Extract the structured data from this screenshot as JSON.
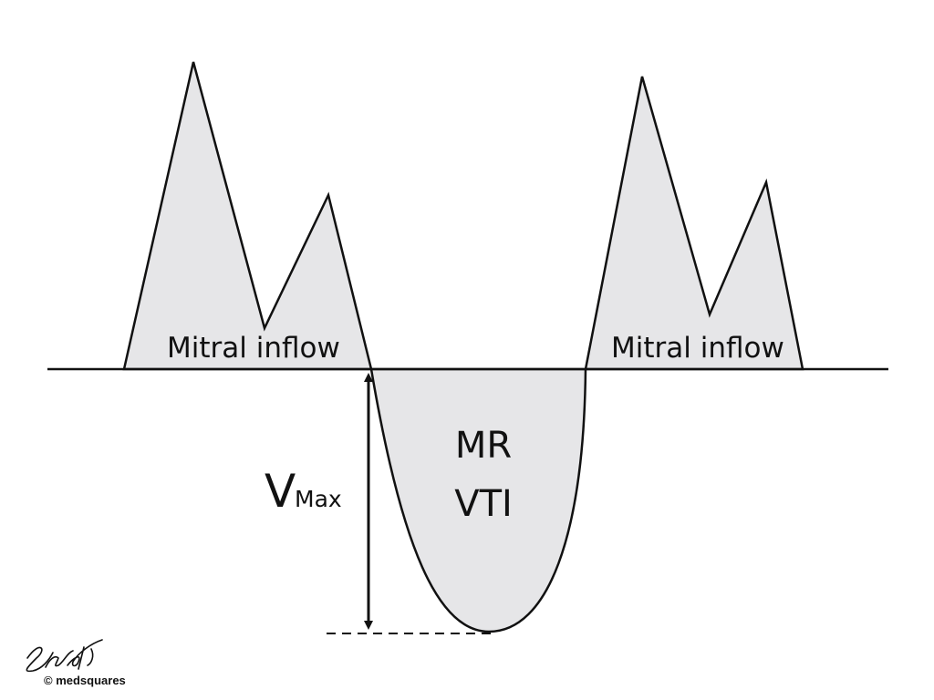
{
  "colors": {
    "fill": "#e6e6e8",
    "stroke": "#111111",
    "background": "#ffffff"
  },
  "labels": {
    "left_inflow": "Mitral inflow",
    "right_inflow": "Mitral inflow",
    "mr": "MR",
    "vti": "VTI",
    "v": "V",
    "max": "Max",
    "copyright": "© medsquares"
  }
}
